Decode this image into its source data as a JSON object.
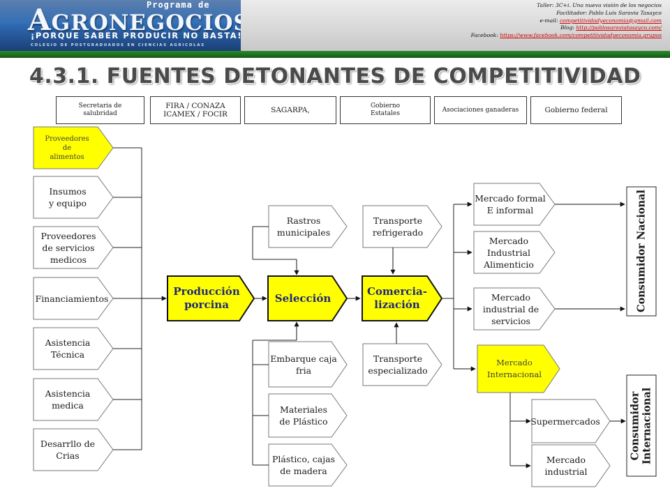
{
  "header": {
    "program_label": "Programa de",
    "logo_initial": "A",
    "logo_rest": "GRONEGOCIOS",
    "slogan": "¡PORQUE SABER PRODUCIR NO BASTA!",
    "college": "COLEGIO DE POSTGRADUADOS EN CIENCIAS AGRICOLAS",
    "info_line1": "Taller: 3C+i. Una nueva visión de los negocios",
    "info_line2": "Facilitador: Pablo Luis Saravia Tasayco",
    "info_email_label": "e-mail: ",
    "info_email": "competitividadyeconomia@gmail.com",
    "info_blog_label": "Blog: ",
    "info_blog": "http://pablosaraviatasayco.com/",
    "info_fb_label": "Facebook: ",
    "info_fb": "https://www.facebook.com/competitividadyeconomia.grupos"
  },
  "title": "4.3.1. FUENTES DETONANTES DE COMPETITIVIDAD",
  "institutions": [
    "Secretaria de\nsalubridad",
    "FIRA / CONAZA\nICAMEX / FOCIR",
    "SAGARPA,",
    "Gobierno\nEstatales",
    "Asociaciones ganaderas",
    "Gobierno federal"
  ],
  "suppliers": [
    "Proveedores\nde\nalimentos",
    "Insumos\ny equipo",
    "Proveedores\nde servicios\nmedicos",
    "Financiamientos",
    "Asistencia\nTécnica",
    "Asistencia\nmedica",
    "Desarrllo de\nCrias"
  ],
  "chain": {
    "production": "Producción\nporcina",
    "selection": "Selección",
    "commerce": "Comercia-\nlización"
  },
  "selection_inputs": {
    "rastros": "Rastros\nmunicipales",
    "embarque": "Embarque caja\nfria",
    "materiales": "Materiales\nde Plástico",
    "plastico": "Plástico, cajas\nde madera"
  },
  "transport": {
    "refrigerado": "Transporte\nrefrigerado",
    "especializado": "Transporte\nespecializado"
  },
  "markets": {
    "formal": "Mercado formal\nE informal",
    "industrial_alimenticio": "Mercado\nIndustrial\nAlimenticio",
    "industrial_servicios": "Mercado\nindustrial de\nservicios",
    "internacional": "Mercado\nInternacional",
    "supermercados": "Supermercados",
    "industrial": "Mercado\nindustrial"
  },
  "consumers": {
    "nacional": "Consumidor Nacional",
    "internacional": "Consumidor\nInternacional"
  },
  "colors": {
    "highlight": "#ffff00",
    "banner": "#2a5fa6",
    "green_bar": "#1f7a1f",
    "link": "#cc0000"
  }
}
